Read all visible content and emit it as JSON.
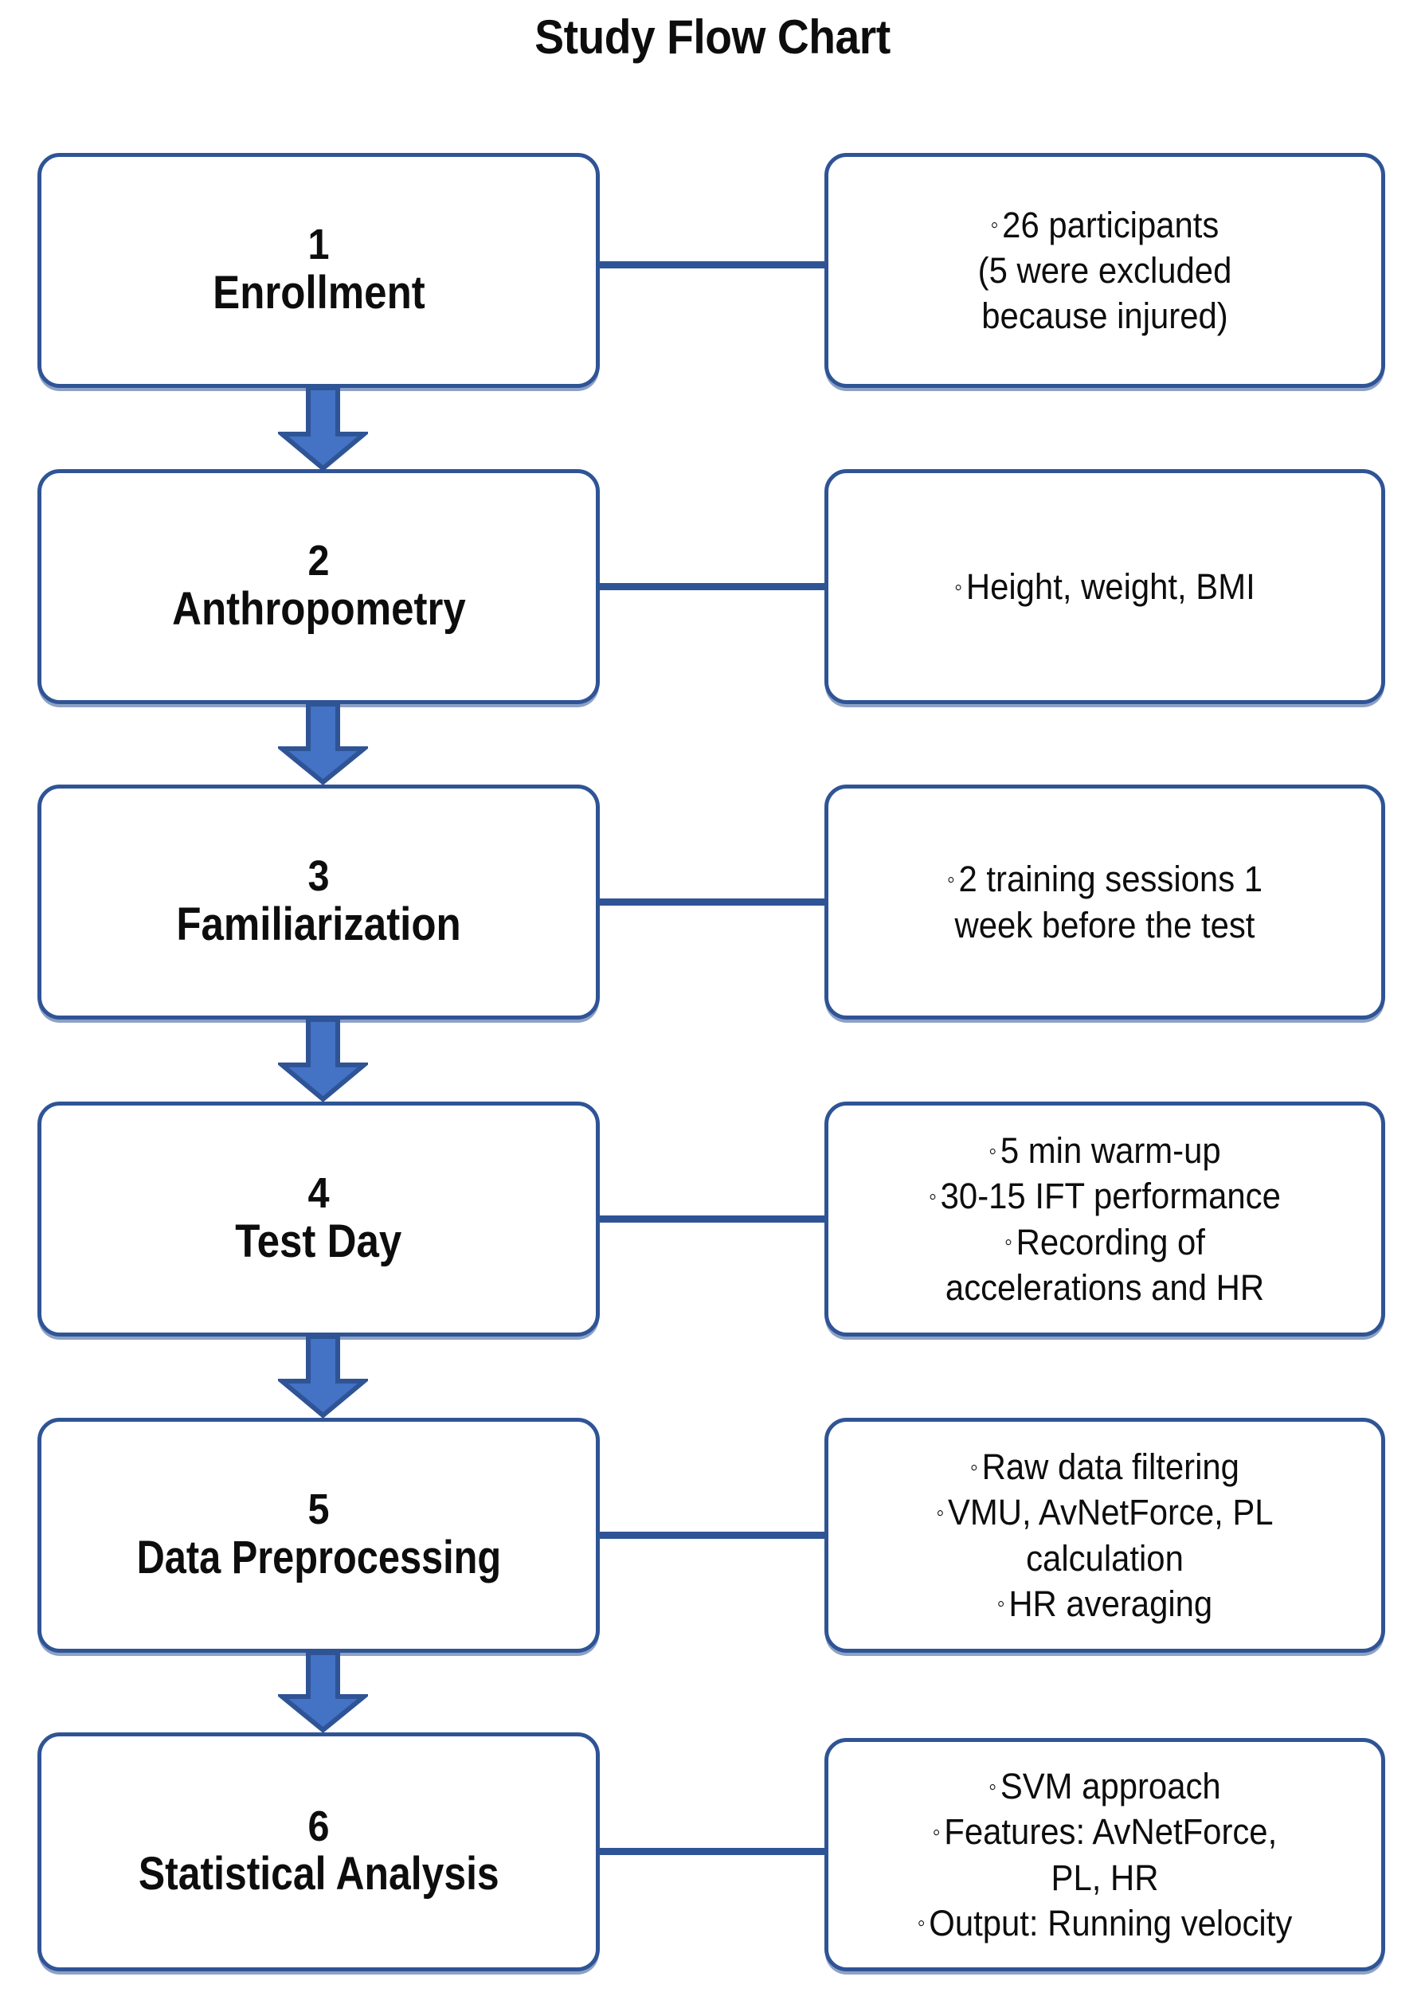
{
  "title": "Study Flow Chart",
  "colors": {
    "box_border": "#2f5496",
    "arrow_fill": "#4472c4",
    "arrow_stroke": "#2f5496",
    "text": "#0d0d0d",
    "background": "#ffffff"
  },
  "bullet_glyph": "◦",
  "stages": [
    {
      "number": "1",
      "label": "Enrollment",
      "details": [
        "26 participants",
        "(5 were excluded",
        "because injured)"
      ],
      "detail_bullets": [
        true,
        false,
        false
      ]
    },
    {
      "number": "2",
      "label": "Anthropometry",
      "details": [
        "Height, weight, BMI"
      ],
      "detail_bullets": [
        true
      ]
    },
    {
      "number": "3",
      "label": "Familiarization",
      "details": [
        "2 training sessions 1",
        "week before the test"
      ],
      "detail_bullets": [
        true,
        false
      ]
    },
    {
      "number": "4",
      "label": "Test Day",
      "details": [
        "5 min warm-up",
        "30-15 IFT performance",
        "Recording of",
        "accelerations and HR"
      ],
      "detail_bullets": [
        true,
        true,
        true,
        false
      ]
    },
    {
      "number": "5",
      "label": "Data Preprocessing",
      "details": [
        "Raw data filtering",
        "VMU, AvNetForce,  PL",
        "calculation",
        "HR averaging"
      ],
      "detail_bullets": [
        true,
        true,
        false,
        true
      ]
    },
    {
      "number": "6",
      "label": "Statistical Analysis",
      "details": [
        "SVM approach",
        "Features: AvNetForce,",
        "PL, HR",
        "Output: Running velocity"
      ],
      "detail_bullets": [
        true,
        true,
        false,
        true
      ]
    }
  ],
  "arrow_count": 5
}
